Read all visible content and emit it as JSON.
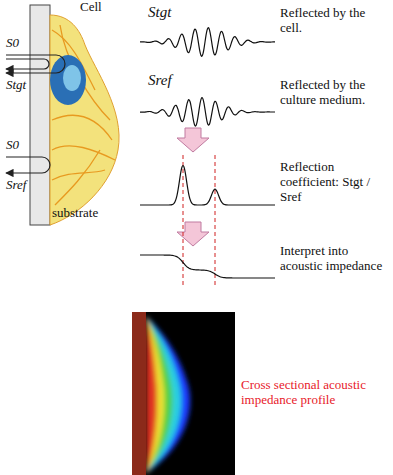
{
  "diagram": {
    "labels": [
      "Cell",
      "S0",
      "Stgt",
      "S0",
      "Sref",
      "substrate",
      "Stgt",
      "Reflected by the cell.",
      "Sref",
      "Reflected by the culture medium.",
      "Reflection coefficient: Stgt / Sref",
      "Interpret into acoustic impedance",
      "Cross sectional acoustic impedance profile"
    ]
  }
}
